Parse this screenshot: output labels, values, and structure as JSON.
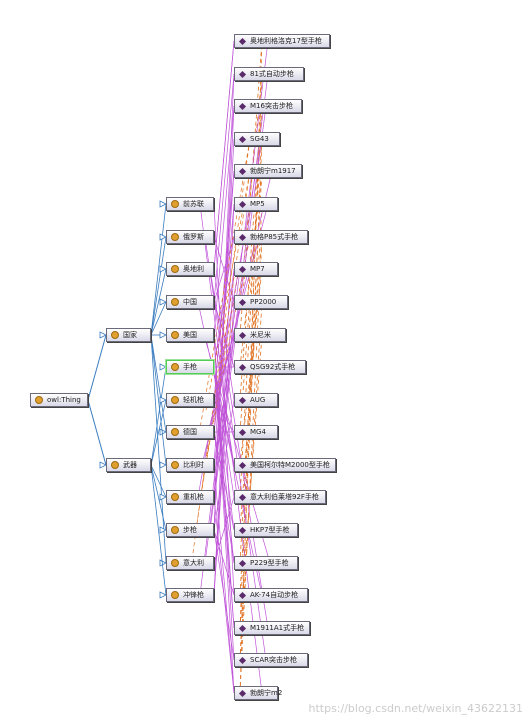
{
  "colors": {
    "subclass": "#3a7cc0",
    "individual": "#c054d8",
    "property": "#e07020"
  },
  "root": "owl:Thing",
  "classes_mid": [
    "国家",
    "武器"
  ],
  "classes_left": [
    "前苏联",
    "俄罗斯",
    "奥地利",
    "中国",
    "美国",
    "手枪",
    "轻机枪",
    "德国",
    "比利时",
    "重机枪",
    "步枪",
    "意大利",
    "冲锋枪"
  ],
  "individuals": [
    "奥地利格洛克17型手枪",
    "81式自动步枪",
    "M16突击步枪",
    "SG43",
    "勃朗宁m1917",
    "MP5",
    "勃格P85式手枪",
    "MP7",
    "PP2000",
    "米尼米",
    "QSG92式手枪",
    "AUG",
    "MG4",
    "美国柯尔特M2000型手枪",
    "意大利伯莱塔92F手枪",
    "HKP7型手枪",
    "P229型手枪",
    "AK-74自动步枪",
    "M1911A1式手枪",
    "SCAR突击步枪",
    "勃朗宁m2"
  ],
  "watermark": "https://blog.csdn.net/weixin_43622131"
}
